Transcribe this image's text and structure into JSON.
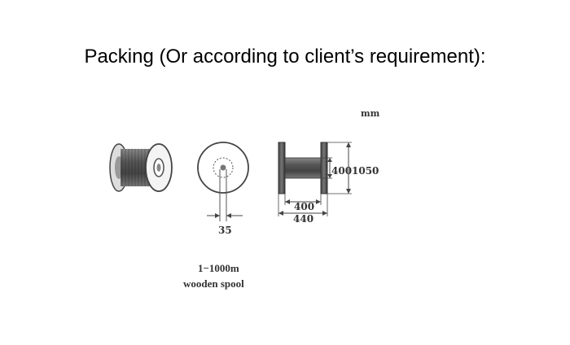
{
  "title": "Packing (Or according to client’s requirement):",
  "unit": "mm",
  "dimensions": {
    "flange_diameter": "1050",
    "barrel_diameter": "400",
    "barrel_width": "400",
    "overall_width": "440",
    "bore_diameter": "35"
  },
  "caption": {
    "length": "1−1000m",
    "type": "wooden spool"
  }
}
